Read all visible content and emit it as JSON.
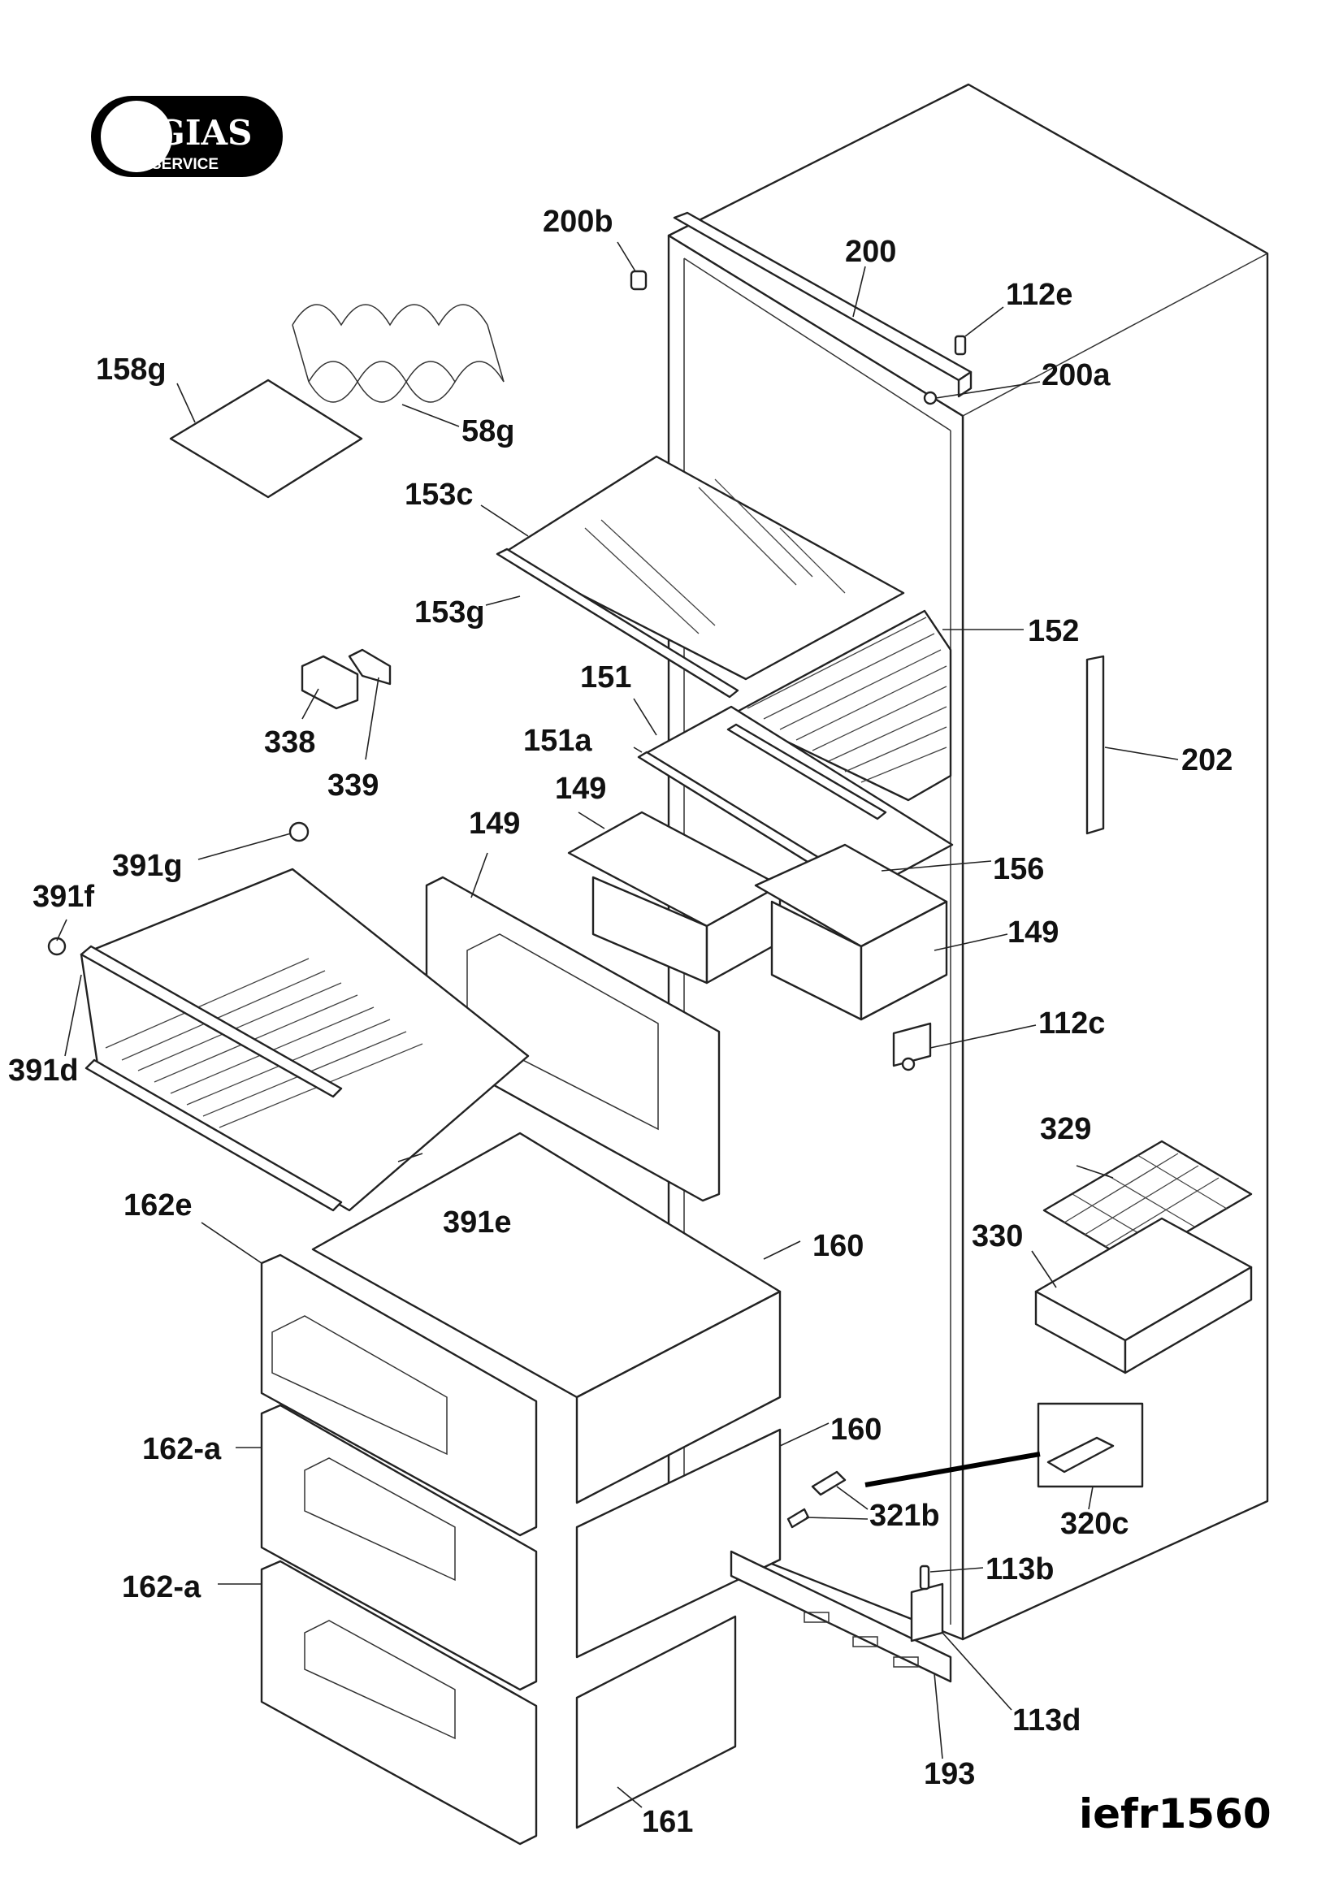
{
  "logo": {
    "brand": "GIAS",
    "subtitle": "SERVICE"
  },
  "diagram_code": "iefr1560",
  "colors": {
    "ink": "#111111",
    "background": "#ffffff",
    "logo_fill": "#000000"
  },
  "callouts": [
    "200b",
    "200",
    "112e",
    "200a",
    "158g",
    "58g",
    "153c",
    "153g",
    "152",
    "151",
    "151a",
    "338",
    "339",
    "149",
    "149",
    "149",
    "202",
    "156",
    "391g",
    "391f",
    "391d",
    "112c",
    "329",
    "330",
    "162e",
    "391e",
    "160",
    "160",
    "162-a",
    "162-a",
    "321b",
    "320c",
    "113b",
    "113d",
    "193",
    "161"
  ]
}
